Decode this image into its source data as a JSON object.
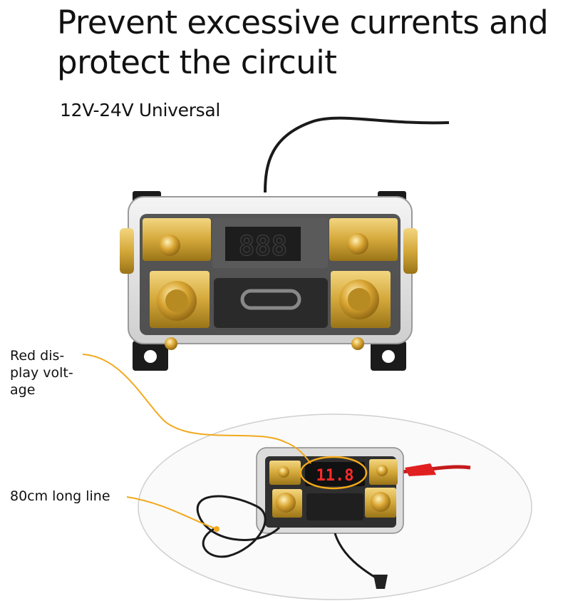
{
  "headline": {
    "line1": "Prevent excessive currents and",
    "line2": "protect the circuit"
  },
  "subtitle": "12V-24V Universal",
  "callouts": {
    "red_display": {
      "line1": "Red dis-",
      "line2": "play volt-",
      "line3": "age"
    },
    "long_line": "80cm long line"
  },
  "colors": {
    "callout_line": "#f2a91c",
    "display_red": "#ff2a2a",
    "gold": "#d4a83a",
    "housing": "#2a2a2a"
  }
}
